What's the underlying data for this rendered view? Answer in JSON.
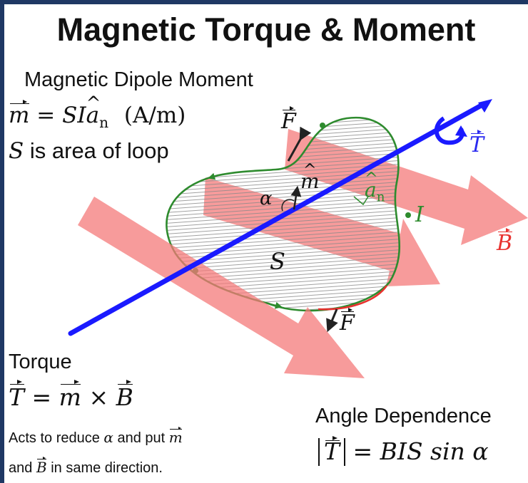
{
  "title": "Magnetic Torque & Moment",
  "dipole": {
    "heading": "Magnetic Dipole Moment",
    "eq_m": "m",
    "eq_equals": "=",
    "eq_SI": "SI",
    "eq_a": "a",
    "eq_sub": "n",
    "eq_units": "(A/m)",
    "s_symbol": "S",
    "s_text": "is area of loop"
  },
  "labels": {
    "F_top": "F",
    "F_bottom": "F",
    "m_hat": "m",
    "alpha": "α",
    "a_n_a": "a",
    "a_n_sub": "n",
    "I": "I",
    "S": "S",
    "T": "T",
    "B": "B"
  },
  "torque": {
    "heading": "Torque",
    "eq_T": "T",
    "eq_equals": "=",
    "eq_m": "m",
    "eq_cross": "×",
    "eq_B": "B",
    "note_1_pre": "Acts to reduce",
    "note_1_alpha": "α",
    "note_1_mid": "and put",
    "note_1_m": "m",
    "note_2_pre": "and",
    "note_2_B": "B",
    "note_2_post": "in same direction."
  },
  "angle": {
    "heading": "Angle Dependence",
    "eq_T": "T",
    "eq_rhs": "= BIS sin α"
  },
  "colors": {
    "frame": "#1f3864",
    "loop": "#2e8b2e",
    "axis": "#1a1aff",
    "field": "#f47a7a",
    "B_label": "#e8322f",
    "T_label": "#2a2af0",
    "a_n_label": "#2e8b2e"
  }
}
